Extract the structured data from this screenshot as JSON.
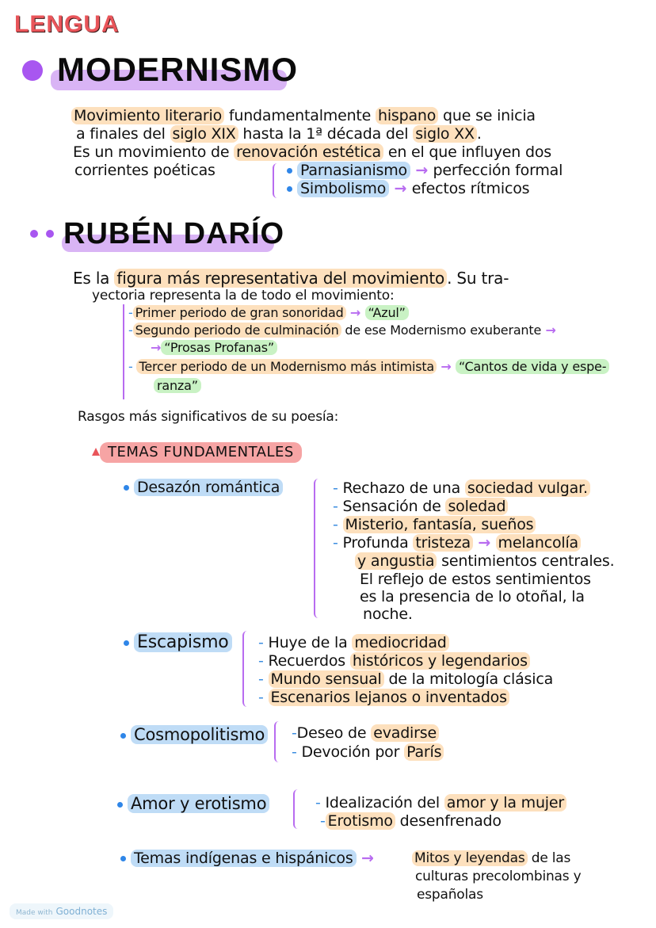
{
  "subject": "LENGUA",
  "section1": {
    "title": "MODERNISMO",
    "lines": [
      {
        "parts": [
          {
            "t": "Movimiento literario",
            "hl": "o"
          },
          {
            "t": " fundamentalmente "
          },
          {
            "t": "hispano",
            "hl": "o"
          },
          {
            "t": " que se inicia"
          }
        ]
      },
      {
        "parts": [
          {
            "t": "a finales del "
          },
          {
            "t": "siglo XIX",
            "hl": "o"
          },
          {
            "t": " hasta la 1ª década del "
          },
          {
            "t": "siglo XX",
            "hl": "o"
          },
          {
            "t": "."
          }
        ]
      },
      {
        "parts": [
          {
            "t": "Es un movimiento de "
          },
          {
            "t": "renovación estética",
            "hl": "o"
          },
          {
            "t": " en el que influyen dos"
          }
        ]
      }
    ],
    "currents_label": "corrientes poéticas",
    "currents": [
      {
        "name": "Parnasianismo",
        "result": "perfección formal"
      },
      {
        "name": "Simbolismo",
        "result": "efectos rítmicos"
      }
    ]
  },
  "section2": {
    "title": "RUBÉN DARÍO",
    "intro": [
      {
        "parts": [
          {
            "t": "Es la "
          },
          {
            "t": "figura más representativa del movimiento",
            "hl": "o"
          },
          {
            "t": ". Su tra-"
          }
        ]
      },
      {
        "parts": [
          {
            "t": "yectoria representa la de todo el movimiento:"
          }
        ]
      }
    ],
    "periods": [
      {
        "text": "Primer periodo de gran sonoridad",
        "work": "“Azul”"
      },
      {
        "text": "Segundo periodo de culminación",
        "text_rest": " de ese Modernismo exuberante",
        "work": "“Prosas Profanas”"
      },
      {
        "text": "Tercer periodo de un Modernismo más intimista",
        "work_line1": "“Cantos de vida y espe-",
        "work_line2": "ranza”"
      }
    ],
    "rasgos_label": "Rasgos más significativos de su poesía:",
    "temas_title": "TEMAS FUNDAMENTALES",
    "temas": {
      "desazon": {
        "label": "Desazón romántica",
        "items": [
          {
            "parts": [
              {
                "t": "Rechazo de una "
              },
              {
                "t": "sociedad vulgar.",
                "hl": "o"
              }
            ]
          },
          {
            "parts": [
              {
                "t": "Sensación de "
              },
              {
                "t": "soledad",
                "hl": "o"
              }
            ]
          },
          {
            "parts": [
              {
                "t": "Misterio, fantasía, sueños",
                "hl": "o"
              }
            ]
          },
          {
            "parts": [
              {
                "t": "Profunda "
              },
              {
                "t": "tristeza",
                "hl": "o"
              },
              {
                "t": " → ",
                "arrow": true
              },
              {
                "t": "melancolía",
                "hl": "o"
              }
            ]
          }
        ],
        "continuation": [
          {
            "parts": [
              {
                "t": "y angustia",
                "hl": "o"
              },
              {
                "t": " sentimientos centrales."
              }
            ]
          },
          {
            "parts": [
              {
                "t": "El reflejo de estos sentimientos"
              }
            ]
          },
          {
            "parts": [
              {
                "t": "es la presencia de lo otoñal, la"
              }
            ]
          },
          {
            "parts": [
              {
                "t": "noche."
              }
            ]
          }
        ]
      },
      "escapismo": {
        "label": "Escapismo",
        "items": [
          {
            "parts": [
              {
                "t": "Huye de la "
              },
              {
                "t": "mediocridad",
                "hl": "o"
              }
            ]
          },
          {
            "parts": [
              {
                "t": "Recuerdos "
              },
              {
                "t": "históricos y legendarios",
                "hl": "o"
              }
            ]
          },
          {
            "parts": [
              {
                "t": "Mundo sensual",
                "hl": "o"
              },
              {
                "t": " de la mitología clásica"
              }
            ]
          },
          {
            "parts": [
              {
                "t": "Escenarios lejanos o inventados",
                "hl": "o"
              }
            ]
          }
        ]
      },
      "cosmopolitismo": {
        "label": "Cosmopolitismo",
        "items": [
          {
            "parts": [
              {
                "t": "Deseo de "
              },
              {
                "t": "evadirse",
                "hl": "o"
              }
            ]
          },
          {
            "parts": [
              {
                "t": "Devoción por "
              },
              {
                "t": "París",
                "hl": "o"
              }
            ]
          }
        ]
      },
      "amor": {
        "label": "Amor y erotismo",
        "items": [
          {
            "parts": [
              {
                "t": "Idealización del "
              },
              {
                "t": "amor y la mujer",
                "hl": "o"
              }
            ]
          },
          {
            "parts": [
              {
                "t": "Erotismo",
                "hl": "o"
              },
              {
                "t": " desenfrenado"
              }
            ]
          }
        ]
      },
      "indigenas": {
        "label": "Temas indígenas e hispánicos",
        "result_line1_hl": "Mitos y leyendas",
        "result_line1_rest": " de las",
        "result_line2": "culturas precolombinas y",
        "result_line3": "españolas"
      }
    }
  },
  "footer": {
    "made_with": "Made with",
    "brand": "Goodnotes"
  },
  "colors": {
    "subject": "#e9555a",
    "purple": "#a856f0",
    "highlight_orange": "#fde0bd",
    "highlight_blue": "#bfdcf6",
    "highlight_green": "#c9f2c4",
    "highlight_purple": "#d9b4f5",
    "highlight_red": "#f6a4a4",
    "bullet_blue": "#2f86e8"
  }
}
